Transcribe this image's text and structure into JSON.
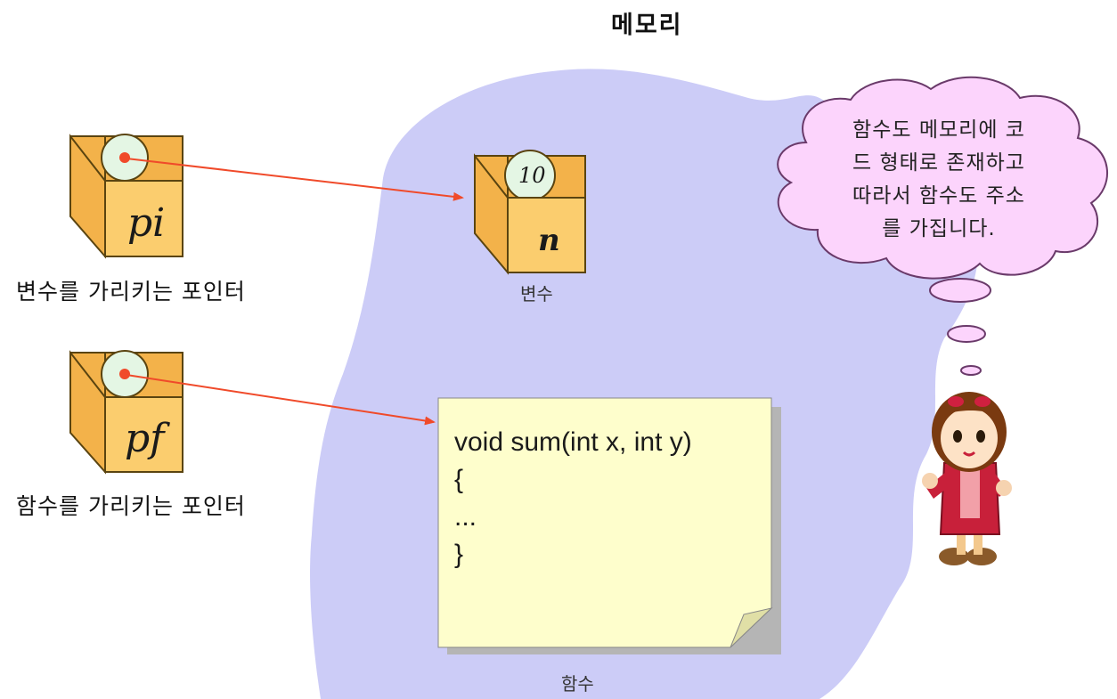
{
  "title": "메모리",
  "pointer_boxes": [
    {
      "label": "pi",
      "caption": "변수를 가리키는 포인터"
    },
    {
      "label": "pf",
      "caption": "함수를 가리키는 포인터"
    }
  ],
  "variable": {
    "label": "n",
    "value": "10",
    "caption": "변수"
  },
  "function": {
    "code_lines": [
      "void sum(int x, int y)",
      "{",
      "...",
      "}"
    ],
    "caption": "함수"
  },
  "speech_bubble": {
    "lines": [
      "함수도 메모리에 코",
      "드 형태로 존재하고",
      "따라서 함수도 주소",
      "를 가집니다."
    ]
  },
  "colors": {
    "memory_region": "#ccccf7",
    "box_face": "#fbcd6e",
    "box_side": "#f3b24a",
    "box_outline": "#5a4410",
    "ball": "#e4f6e4",
    "arrow": "#f04a2a",
    "note_paper": "#fefecc",
    "note_shadow": "#b5b5b5",
    "bubble": "#fcd4fc",
    "bubble_outline": "#6a3a6a"
  }
}
